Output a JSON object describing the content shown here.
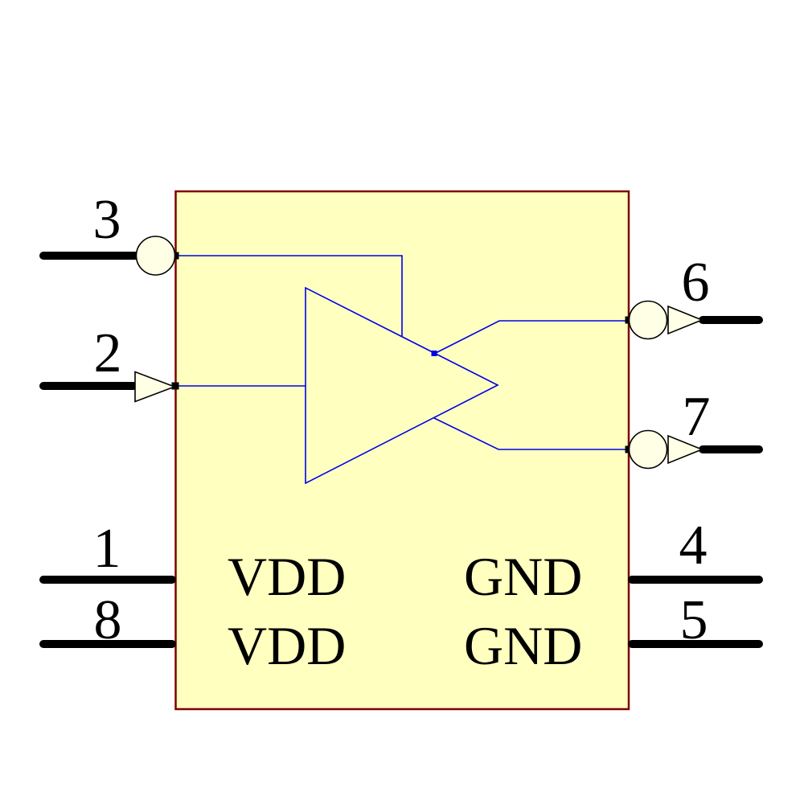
{
  "schematic": {
    "kind": "ic-schematic-symbol",
    "description": "8-pin IC symbol with internal buffer amplifier, one inverted control input, one arrow input, and two bubbled buffered outputs",
    "colors": {
      "background": "#ffffff",
      "body_fill": "#ffffc0",
      "body_outline": "#7f0000",
      "net_blue": "#0000e8",
      "pin_black": "#000000",
      "decoration_fill": "#ffffe6",
      "text": "#000000"
    },
    "pins": [
      {
        "number": "3",
        "side": "left",
        "decoration": "inversion-bubble"
      },
      {
        "number": "2",
        "side": "left",
        "decoration": "arrow-input"
      },
      {
        "number": "1",
        "side": "left",
        "decoration": "none"
      },
      {
        "number": "8",
        "side": "left",
        "decoration": "none"
      },
      {
        "number": "6",
        "side": "right",
        "decoration": "bubble-arrow-output"
      },
      {
        "number": "7",
        "side": "right",
        "decoration": "bubble-arrow-output"
      },
      {
        "number": "4",
        "side": "right",
        "decoration": "none"
      },
      {
        "number": "5",
        "side": "right",
        "decoration": "none"
      }
    ],
    "labels": [
      {
        "text": "VDD"
      },
      {
        "text": "VDD"
      },
      {
        "text": "GND"
      },
      {
        "text": "GND"
      }
    ]
  }
}
